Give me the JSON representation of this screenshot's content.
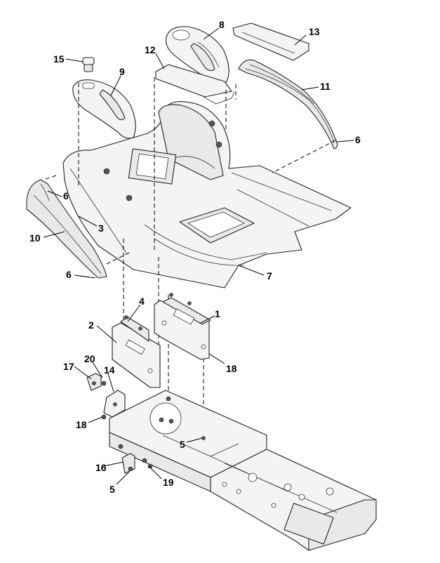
{
  "callouts": {
    "c15": "15",
    "c9": "9",
    "c8": "8",
    "c12": "12",
    "c13": "13",
    "c11": "11",
    "c6a": "6",
    "c6b": "6",
    "c3": "3",
    "c10": "10",
    "c6c": "6",
    "c7": "7",
    "c4": "4",
    "c1": "1",
    "c2": "2",
    "c18a": "18",
    "c17": "17",
    "c20": "20",
    "c14": "14",
    "c18b": "18",
    "c5a": "5",
    "c16": "16",
    "c5b": "5",
    "c19": "19"
  }
}
